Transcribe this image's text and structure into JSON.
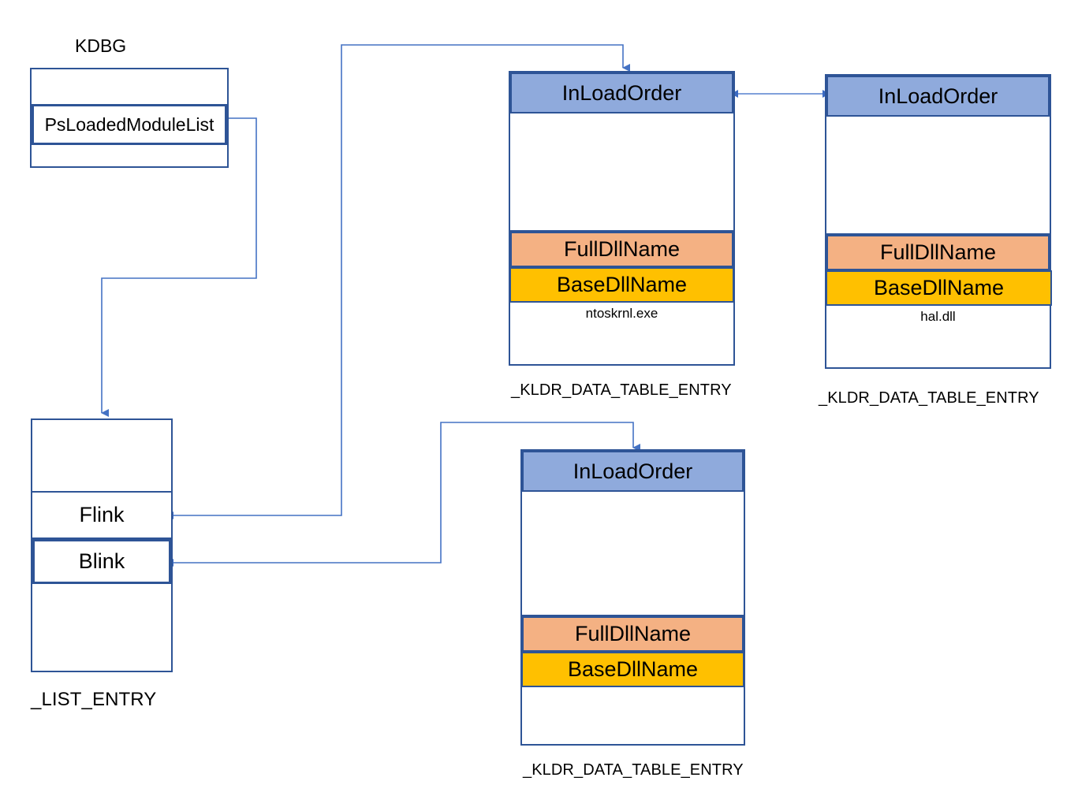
{
  "diagram": {
    "title": "Windows kernel PsLoadedModuleList structure diagram",
    "colors": {
      "border": "#2E5496",
      "connector": "#4472C4",
      "header_blue": "#8FAADC",
      "full_dll_orange": "#F4B183",
      "base_dll_amber": "#FFC000",
      "background": "#FFFFFF"
    }
  },
  "kdbg": {
    "title": "KDBG",
    "rows": [
      {
        "label": ""
      },
      {
        "label": "PsLoadedModuleList"
      },
      {
        "label": ""
      }
    ]
  },
  "list_entry": {
    "caption": "_LIST_ENTRY",
    "rows": [
      {
        "label": ""
      },
      {
        "label": "Flink"
      },
      {
        "label": "Blink"
      },
      {
        "label": ""
      }
    ]
  },
  "entries": [
    {
      "id": "ntoskrnl",
      "caption": "_KLDR_DATA_TABLE_ENTRY",
      "header": "InLoadOrder",
      "full_dll_name": "FullDllName",
      "base_dll_name": "BaseDllName",
      "module_name": "ntoskrnl.exe"
    },
    {
      "id": "hal",
      "caption": "_KLDR_DATA_TABLE_ENTRY",
      "header": "InLoadOrder",
      "full_dll_name": "FullDllName",
      "base_dll_name": "BaseDllName",
      "module_name": "hal.dll"
    },
    {
      "id": "third",
      "caption": "_KLDR_DATA_TABLE_ENTRY",
      "header": "InLoadOrder",
      "full_dll_name": "FullDllName",
      "base_dll_name": "BaseDllName",
      "module_name": ""
    }
  ]
}
